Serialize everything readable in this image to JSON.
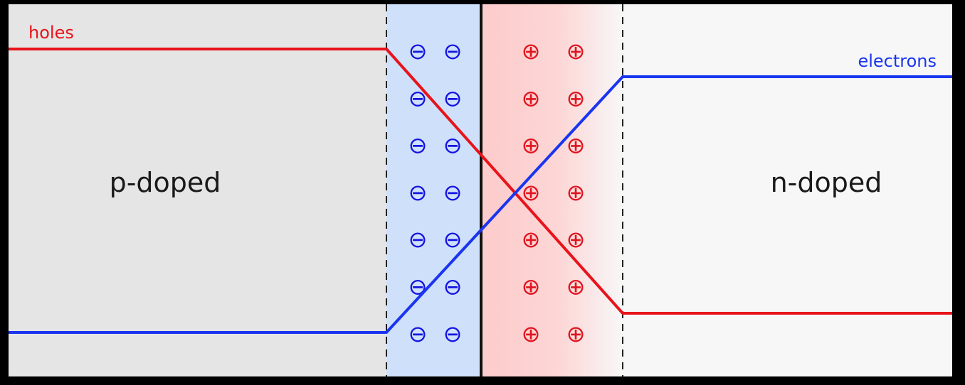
{
  "labels": {
    "p_region": "p-doped",
    "n_region": "n-doped",
    "holes": "holes",
    "electrons": "electrons"
  },
  "charges": {
    "negative_symbol": "⊖",
    "positive_symbol": "⊕",
    "rows": 7,
    "columns": 2
  },
  "colors": {
    "frame": "#000000",
    "p_region_fill": "#e5e5e5",
    "n_region_fill": "#f7f7f7",
    "depletion_negative_fill": "#cfe0fb",
    "depletion_positive_fill": "#fdcfcf",
    "holes_line": "#e8131b",
    "electrons_line": "#1a35f0",
    "negative_charge": "#1414e0",
    "positive_charge": "#e0141e",
    "boundary_dash": "#222222"
  }
}
